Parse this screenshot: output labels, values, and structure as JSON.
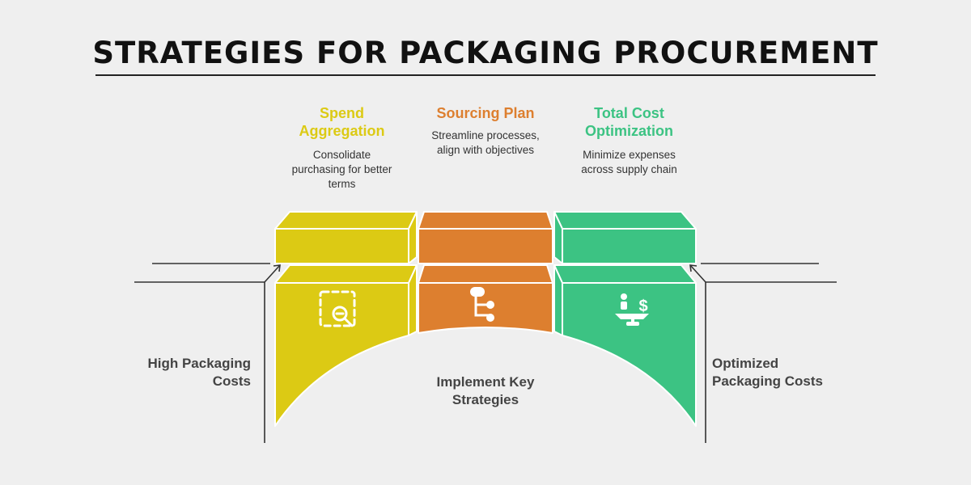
{
  "title": "STRATEGIES FOR PACKAGING PROCUREMENT",
  "colors": {
    "yellow": "#DCCA14",
    "orange": "#DD7F2F",
    "green": "#3CC383",
    "text": "#444444"
  },
  "strategies": [
    {
      "title_lines": [
        "Spend",
        "Aggregation"
      ],
      "desc_lines": [
        "Consolidate",
        "purchasing for better",
        "terms"
      ],
      "icon": "zoom-out-selection-icon"
    },
    {
      "title_lines": [
        "Sourcing Plan"
      ],
      "desc_lines": [
        "Streamline processes,",
        "align with objectives"
      ],
      "icon": "flowchart-icon"
    },
    {
      "title_lines": [
        "Total Cost",
        "Optimization"
      ],
      "desc_lines": [
        "Minimize expenses",
        "across supply chain"
      ],
      "icon": "scale-person-dollar-icon"
    }
  ],
  "left_label": [
    "High Packaging",
    "Costs"
  ],
  "center_label": [
    "Implement Key",
    "Strategies"
  ],
  "right_label": [
    "Optimized",
    "Packaging Costs"
  ]
}
